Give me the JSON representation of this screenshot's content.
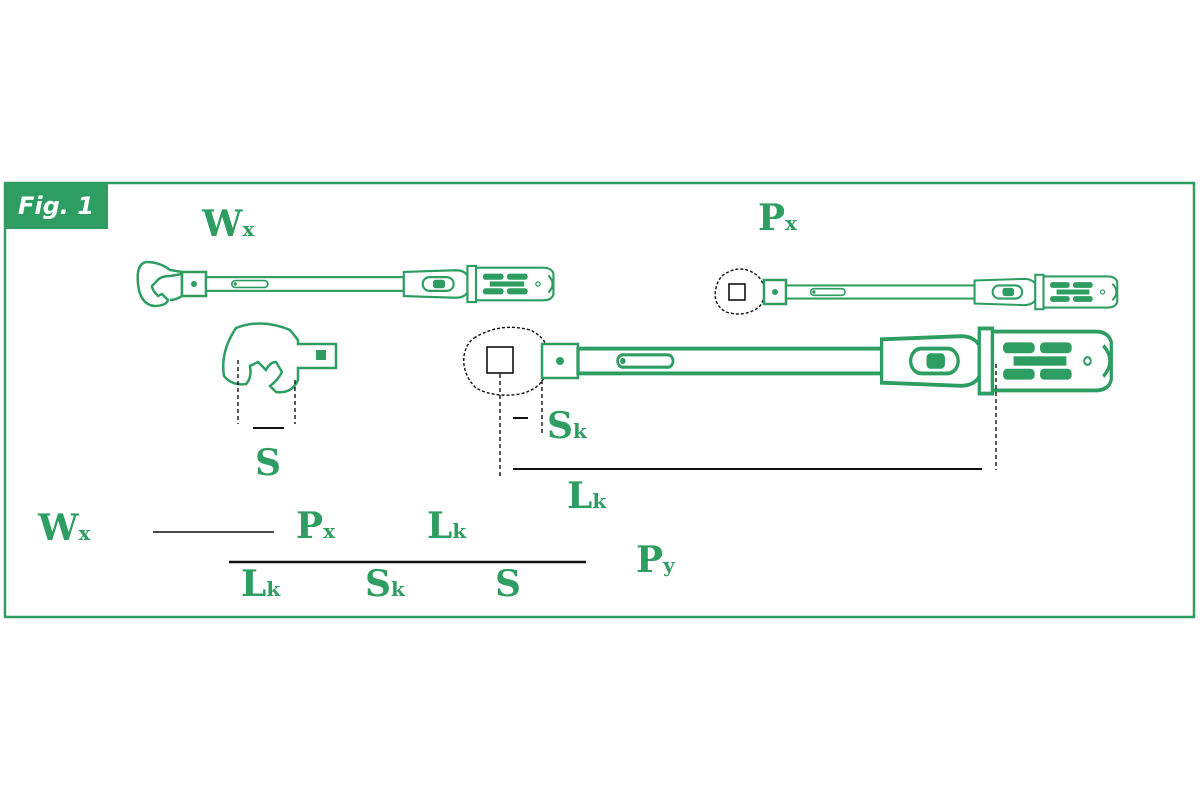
{
  "figure": {
    "tag": "Fig. 1",
    "accent_color": "#2e9d62",
    "line_color": "#111111"
  },
  "labels": {
    "top_left": {
      "main": "W",
      "sub": "x"
    },
    "top_right": {
      "main": "P",
      "sub": "x"
    },
    "spanner_width": {
      "main": "S",
      "sub": ""
    },
    "shank_offset": {
      "main": "S",
      "sub": "k"
    },
    "lever_length": {
      "main": "L",
      "sub": "k"
    }
  },
  "formula": {
    "lhs": {
      "main": "W",
      "sub": "x"
    },
    "numerator": [
      {
        "main": "P",
        "sub": "x"
      },
      {
        "main": "L",
        "sub": "k"
      }
    ],
    "denominator": [
      {
        "main": "L",
        "sub": "k"
      },
      {
        "main": "S",
        "sub": "k"
      },
      {
        "main": "S",
        "sub": ""
      }
    ],
    "rhs": {
      "main": "P",
      "sub": "y"
    }
  },
  "icons": {
    "open_end_wrench": "open-end-wrench-icon",
    "square_drive_wrench": "square-drive-wrench-icon",
    "open_jaw_insert": "open-jaw-insert-icon"
  }
}
